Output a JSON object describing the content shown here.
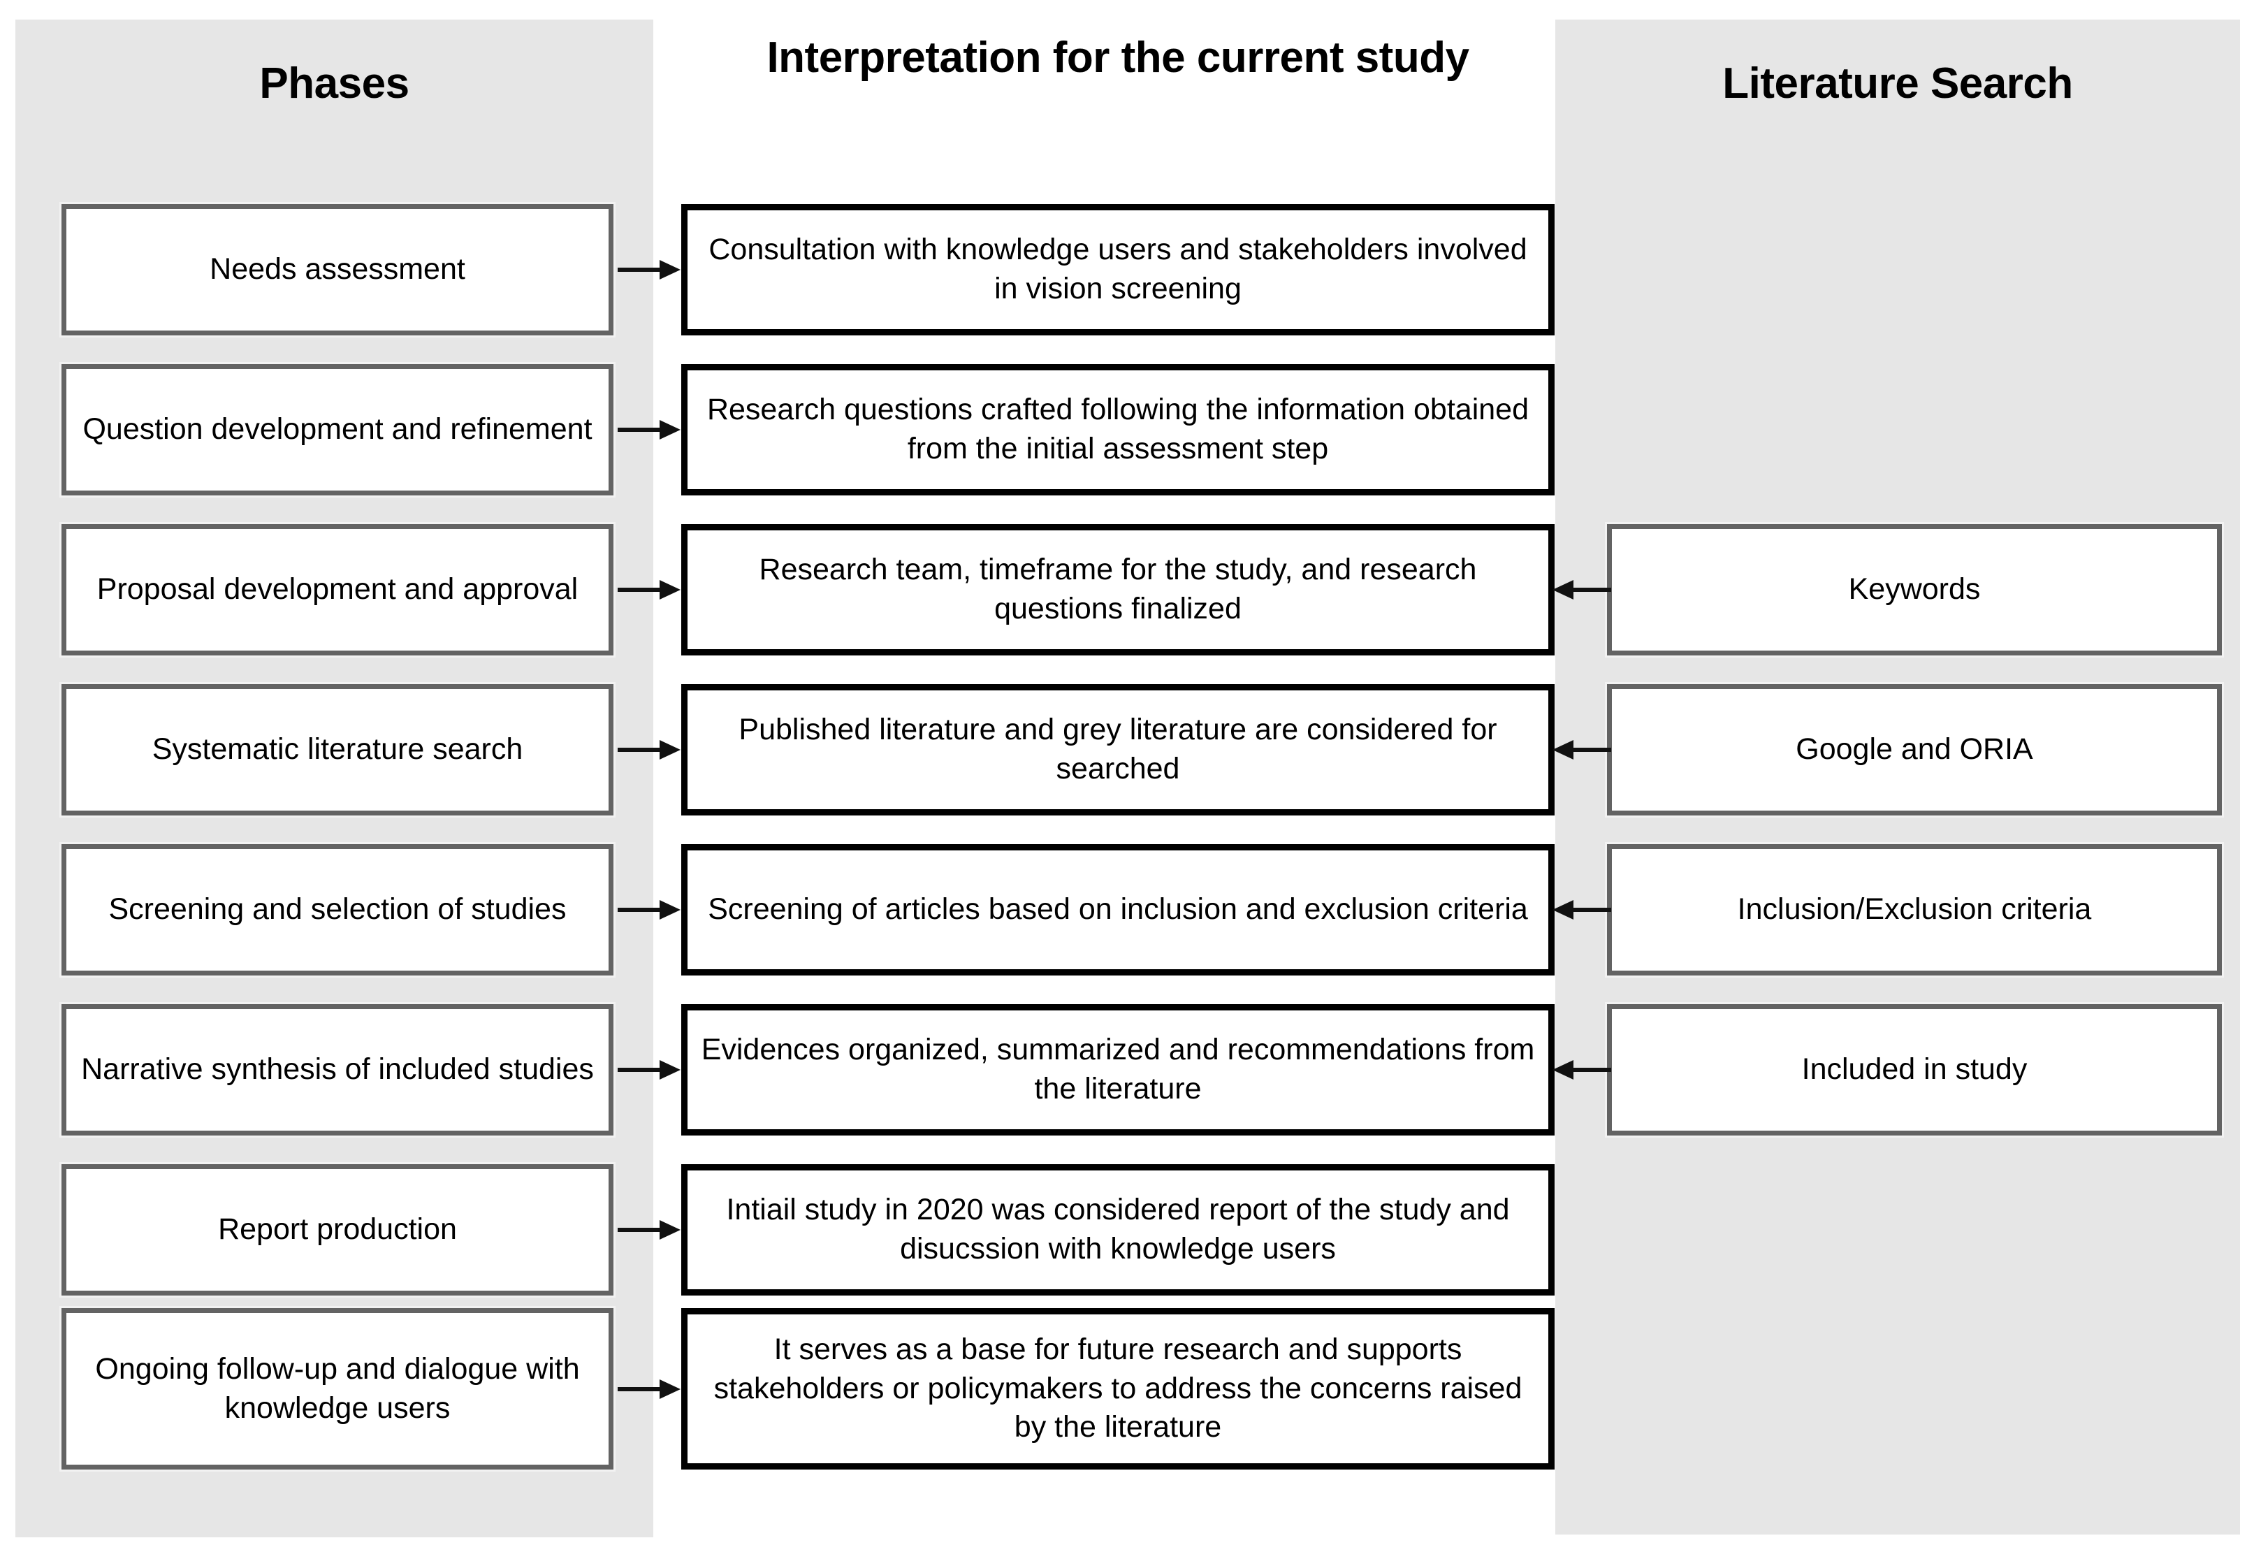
{
  "columns": {
    "phases_title": "Phases",
    "interpretation_title": "Interpretation for the current study",
    "literature_title": "Literature Search"
  },
  "colors": {
    "panel_background": "#e6e6e6",
    "page_background": "#ffffff",
    "gray_box_border": "#636363",
    "black_box_border": "#000000",
    "box_fill": "#ffffff",
    "text": "#000000"
  },
  "rows": [
    {
      "phase": "Needs assessment",
      "interpretation": "Consultation with knowledge users and stakeholders involved in vision screening",
      "literature": null,
      "arrow_left_to_middle": "arrow-right-icon",
      "arrow_right_to_middle": null
    },
    {
      "phase": "Question development and refinement",
      "interpretation": "Research questions crafted following the information obtained from the  initial assessment step",
      "literature": null,
      "arrow_left_to_middle": "arrow-right-icon",
      "arrow_right_to_middle": null
    },
    {
      "phase": "Proposal development and approval",
      "interpretation": "Research team, timeframe for the study, and research questions finalized",
      "literature": "Keywords",
      "arrow_left_to_middle": "arrow-right-icon",
      "arrow_right_to_middle": "arrow-left-icon"
    },
    {
      "phase": "Systematic literature search",
      "interpretation": "Published literature and grey literature are considered for searched",
      "literature": "Google and ORIA",
      "arrow_left_to_middle": "arrow-right-icon",
      "arrow_right_to_middle": "arrow-left-icon"
    },
    {
      "phase": "Screening and selection of studies",
      "interpretation": "Screening of articles based on inclusion and exclusion criteria",
      "literature": "Inclusion/Exclusion criteria",
      "arrow_left_to_middle": "arrow-right-icon",
      "arrow_right_to_middle": "arrow-left-icon"
    },
    {
      "phase": "Narrative synthesis of included studies",
      "interpretation": "Evidences organized, summarized and recommendations from the literature",
      "literature": "Included in study",
      "arrow_left_to_middle": "arrow-right-icon",
      "arrow_right_to_middle": "arrow-left-icon"
    },
    {
      "phase": "Report production",
      "interpretation": "Intiail study in 2020 was considered report of the study and disucssion with knowledge users",
      "literature": null,
      "arrow_left_to_middle": "arrow-right-icon",
      "arrow_right_to_middle": null
    },
    {
      "phase": "Ongoing follow-up and dialogue with knowledge users",
      "interpretation": "It serves as a base for future research and supports stakeholders or policymakers to address the concerns raised by the literature",
      "literature": null,
      "arrow_left_to_middle": "arrow-right-icon",
      "arrow_right_to_middle": null
    }
  ]
}
